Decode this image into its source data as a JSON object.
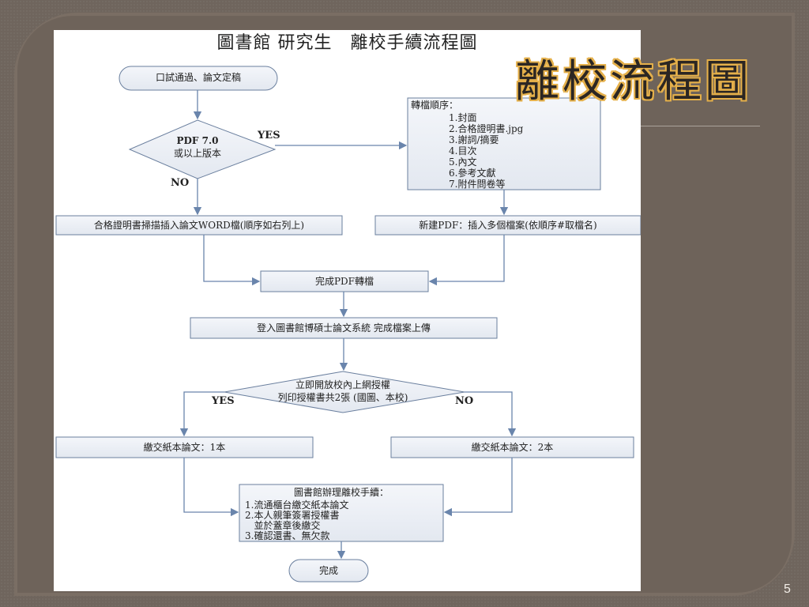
{
  "slide": {
    "title": "離校流程圖",
    "page_number": "5"
  },
  "flowchart": {
    "title": "圖書館 研究生　離校手續流程圖",
    "start": "口試通過、論文定稿",
    "decision_pdf": [
      "PDF 7.0",
      "或以上版本"
    ],
    "yes_label_1": "YES",
    "no_label_1": "NO",
    "convert_order": {
      "heading": "轉檔順序：",
      "items": [
        "1.封面",
        "2.合格證明書.jpg",
        "3.謝詞/摘要",
        "4.目次",
        "5.內文",
        "6.參考文獻",
        "7.附件問卷等"
      ]
    },
    "insert_word": "合格證明書掃描插入論文WORD檔(順序如右列上)",
    "new_pdf": "新建PDF：插入多個檔案(依順序#取檔名)",
    "complete_pdf": "完成PDF轉檔",
    "upload": "登入圖書館博碩士論文系統 完成檔案上傳",
    "decision_authorize": [
      "立即開放校內上網授權",
      "列印授權書共2張 (國圖、本校)"
    ],
    "yes_label_2": "YES",
    "no_label_2": "NO",
    "submit_one": "繳交紙本論文：1本",
    "submit_two": "繳交紙本論文：2本",
    "library_steps": {
      "heading": "圖書館辦理離校手續：",
      "items": [
        "1.流通櫃台繳交紙本論文",
        "2.本人親筆簽署授權書",
        "   並於蓋章後繳交",
        "3.確認還書、無欠款"
      ]
    },
    "end": "完成"
  }
}
